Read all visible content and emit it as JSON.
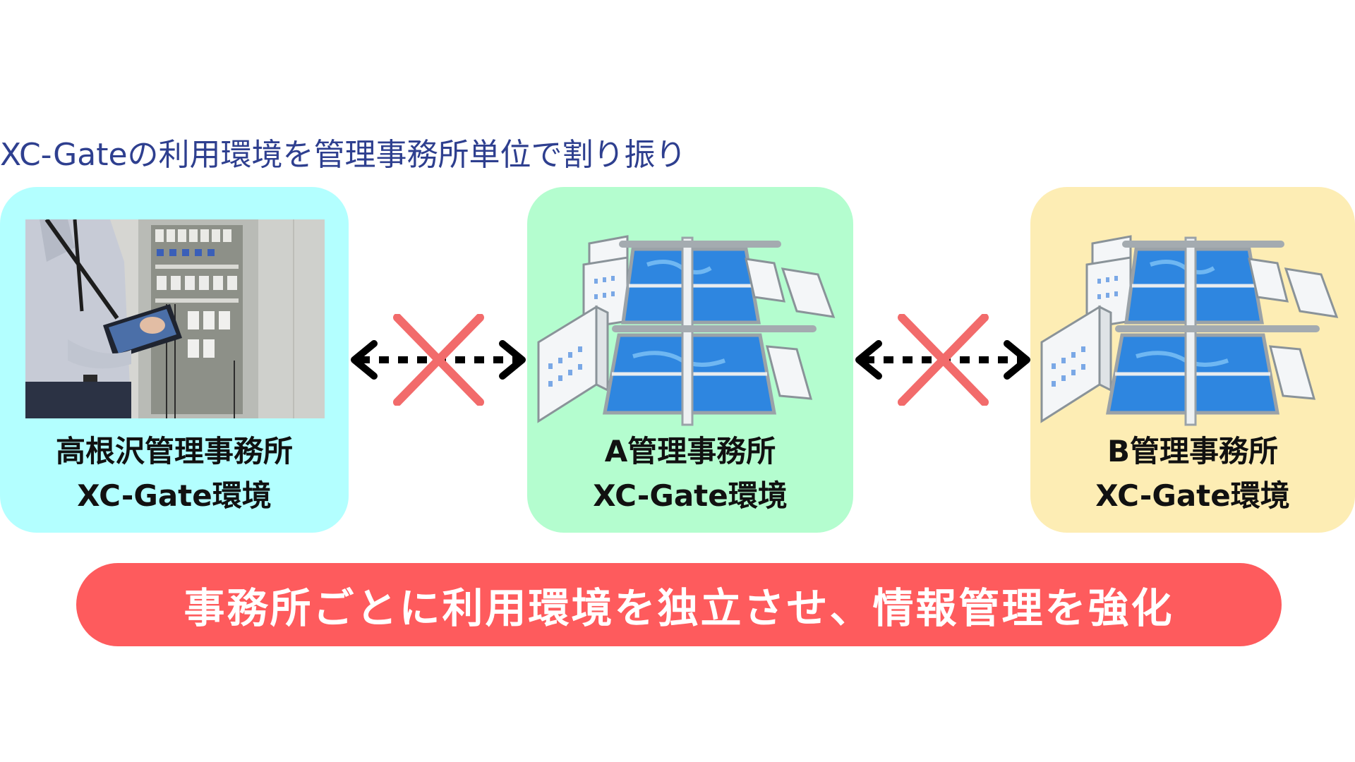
{
  "subtitle": "XC-Gateの利用環境を管理事務所単位で割り振り",
  "panels": [
    {
      "label_line1": "高根沢管理事務所",
      "label_line2": "XC-Gate環境",
      "color": "#b3ffff",
      "image": "worker-with-tablet-at-control-panel-photo"
    },
    {
      "label_line1": "A管理事務所",
      "label_line2": "XC-Gate環境",
      "color": "#b4fdcf",
      "image": "water-treatment-plant-illustration"
    },
    {
      "label_line1": "B管理事務所",
      "label_line2": "XC-Gate環境",
      "color": "#fdedb4",
      "image": "water-treatment-plant-illustration"
    }
  ],
  "connectors": [
    {
      "icon": "blocked-bidirectional-arrow-icon",
      "cross_color": "#f26b6b"
    },
    {
      "icon": "blocked-bidirectional-arrow-icon",
      "cross_color": "#f26b6b"
    }
  ],
  "banner": {
    "text": "事務所ごとに利用環境を独立させ、情報管理を強化",
    "color": "#fe5b5d"
  }
}
